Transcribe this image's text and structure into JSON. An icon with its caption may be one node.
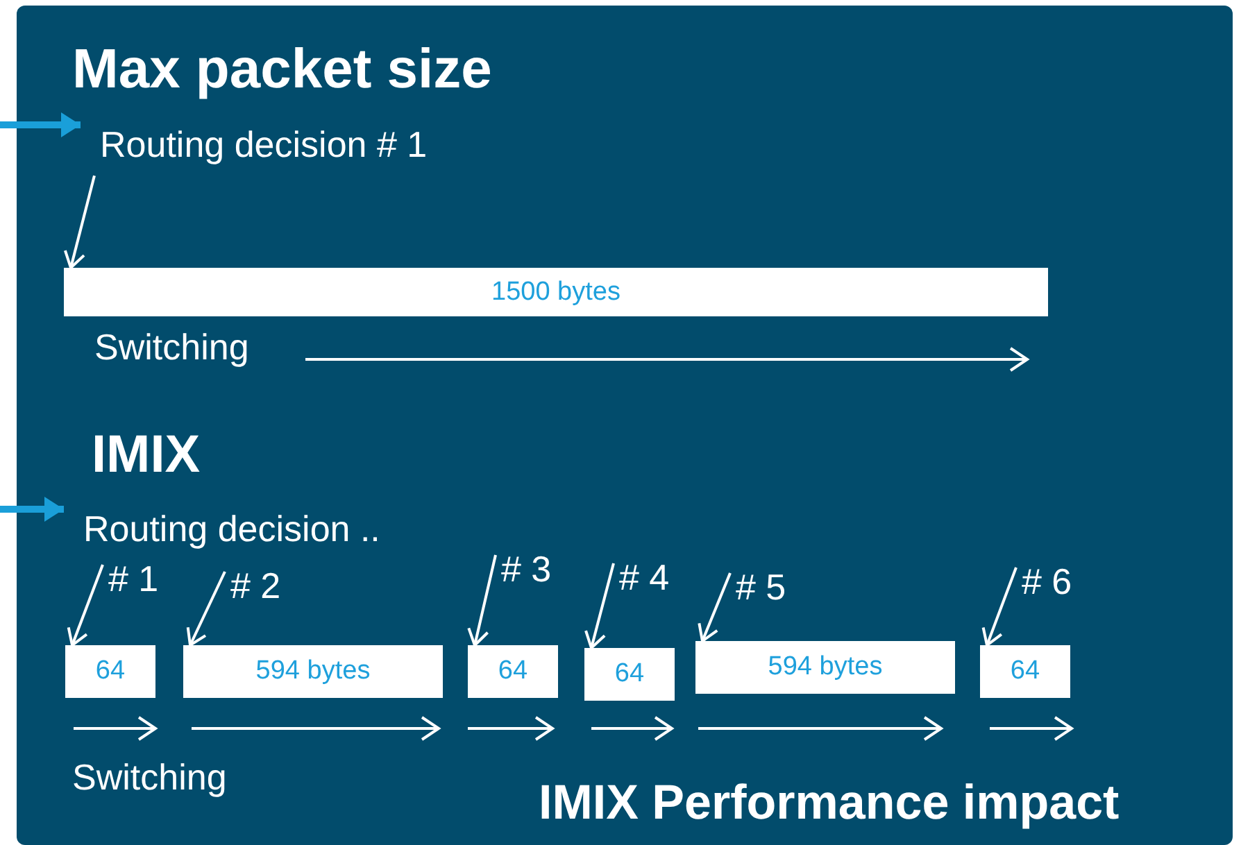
{
  "diagram": {
    "title": "IMIX Performance impact",
    "nodes": [
      {
        "text": [
          "Routing decision # 1"
        ]
      },
      {
        "text": [
          "1500 bytes"
        ]
      },
      {
        "text": [
          "Routing decision .."
        ]
      },
      {
        "text": [
          "# 1"
        ]
      },
      {
        "text": [
          "64"
        ]
      },
      {
        "text": [
          "# 2"
        ]
      },
      {
        "text": [
          "594 bytes"
        ]
      },
      {
        "text": [
          "# 3"
        ]
      },
      {
        "text": [
          "64"
        ]
      },
      {
        "text": [
          "# 4"
        ]
      },
      {
        "text": [
          "64"
        ]
      },
      {
        "text": [
          "# 5"
        ]
      },
      {
        "text": [
          "594 bytes"
        ]
      },
      {
        "text": [
          "# 6"
        ]
      },
      {
        "text": [
          "64"
        ]
      }
    ],
    "edges": [
      {
        "from": null,
        "to": 0,
        "arrow": "to",
        "style": "thick",
        "color": "#1a9fd9"
      },
      {
        "from": 0,
        "to": 1,
        "arrow": "to"
      },
      {
        "from": null,
        "to": 2,
        "arrow": "to",
        "style": "thick",
        "color": "#1a9fd9"
      },
      {
        "from": 3,
        "to": 4,
        "arrow": "to"
      },
      {
        "from": 5,
        "to": 6,
        "arrow": "to"
      },
      {
        "from": 7,
        "to": 8,
        "arrow": "to"
      },
      {
        "from": 9,
        "to": 10,
        "arrow": "to"
      },
      {
        "from": 11,
        "to": 12,
        "arrow": "to"
      },
      {
        "from": 13,
        "to": 14,
        "arrow": "to"
      }
    ],
    "labels": [
      "Max packet size",
      "Switching",
      "IMIX",
      "Switching"
    ]
  }
}
